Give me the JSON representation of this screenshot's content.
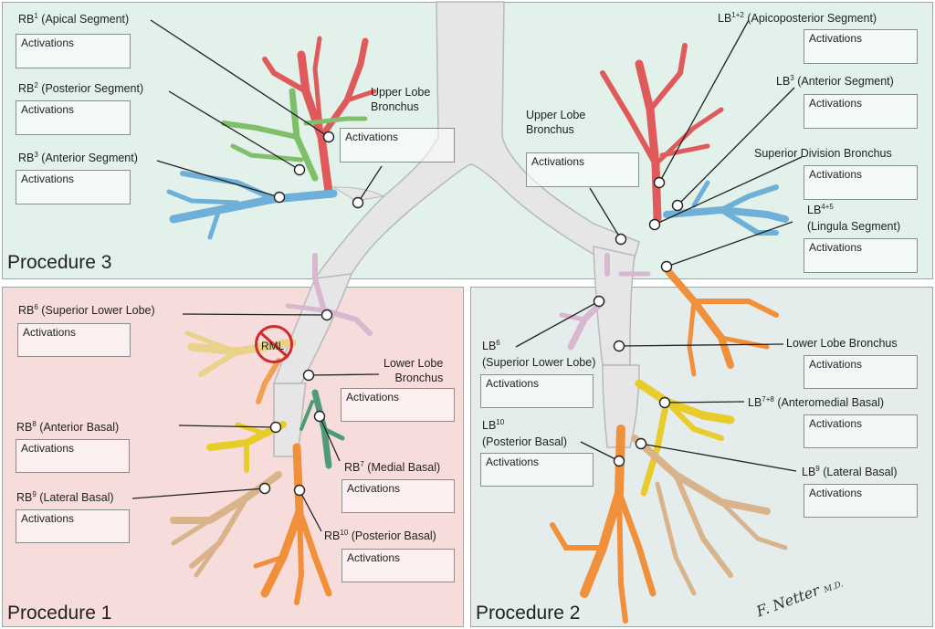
{
  "panels": {
    "procedure3": "Procedure 3",
    "procedure1": "Procedure 1",
    "procedure2": "Procedure 2"
  },
  "activation_box_label": "Activations",
  "labels": {
    "rb1": {
      "pre": "RB",
      "sup": "1",
      "post": " (Apical Segment)"
    },
    "rb2": {
      "pre": "RB",
      "sup": "2",
      "post": " (Posterior Segment)"
    },
    "rb3": {
      "pre": "RB",
      "sup": "3",
      "post": " (Anterior Segment)"
    },
    "upper_lobe_right": "Upper Lobe\nBronchus",
    "upper_lobe_left": "Upper Lobe\nBronchus",
    "lb12": {
      "pre": "LB",
      "sup": "1+2",
      "post": " (Apicoposterior Segment)"
    },
    "lb3": {
      "pre": "LB",
      "sup": "3",
      "post": " (Anterior Segment)"
    },
    "superior_division": "Superior Division Bronchus",
    "lb45": {
      "pre": "LB",
      "sup": "4+5",
      "post": ""
    },
    "lingula": "(Lingula Segment)",
    "rb6": {
      "pre": "RB",
      "sup": "6",
      "post": " (Superior Lower Lobe)"
    },
    "rml": "RML",
    "lower_lobe_right": "Lower Lobe\nBronchus",
    "rb8": {
      "pre": "RB",
      "sup": "8",
      "post": " (Anterior Basal)"
    },
    "rb7": {
      "pre": "RB",
      "sup": "7",
      "post": " (Medial Basal)"
    },
    "rb9": {
      "pre": "RB",
      "sup": "9",
      "post": " (Lateral Basal)"
    },
    "rb10": {
      "pre": "RB",
      "sup": "10",
      "post": " (Posterior Basal)"
    },
    "lb6": {
      "pre": "LB",
      "sup": "6",
      "post": ""
    },
    "lb6_sub": "(Superior Lower Lobe)",
    "lower_lobe_left": "Lower Lobe Bronchus",
    "lb78": {
      "pre": "LB",
      "sup": "7+8",
      "post": " (Anteromedial Basal)"
    },
    "lb10": {
      "pre": "LB",
      "sup": "10",
      "post": ""
    },
    "lb10_sub": "(Posterior Basal)",
    "lb9": {
      "pre": "LB",
      "sup": "9",
      "post": " (Lateral Basal)"
    }
  },
  "signature": {
    "name": "F. Netter",
    "suffix": "M.D."
  },
  "colors": {
    "trachea": "#e4e4e4",
    "apical_red": "#e05a5c",
    "posterior_green": "#7fbf6a",
    "anterior_blue": "#6fb0d8",
    "superior_lower_lilac": "#d7b8cf",
    "anterior_basal_yellow": "#e8cc2a",
    "medial_basal_green": "#4f9a78",
    "lateral_basal_tan": "#d9b48a",
    "posterior_basal_orange": "#f0903a",
    "rml_red": "#d12c2c"
  }
}
